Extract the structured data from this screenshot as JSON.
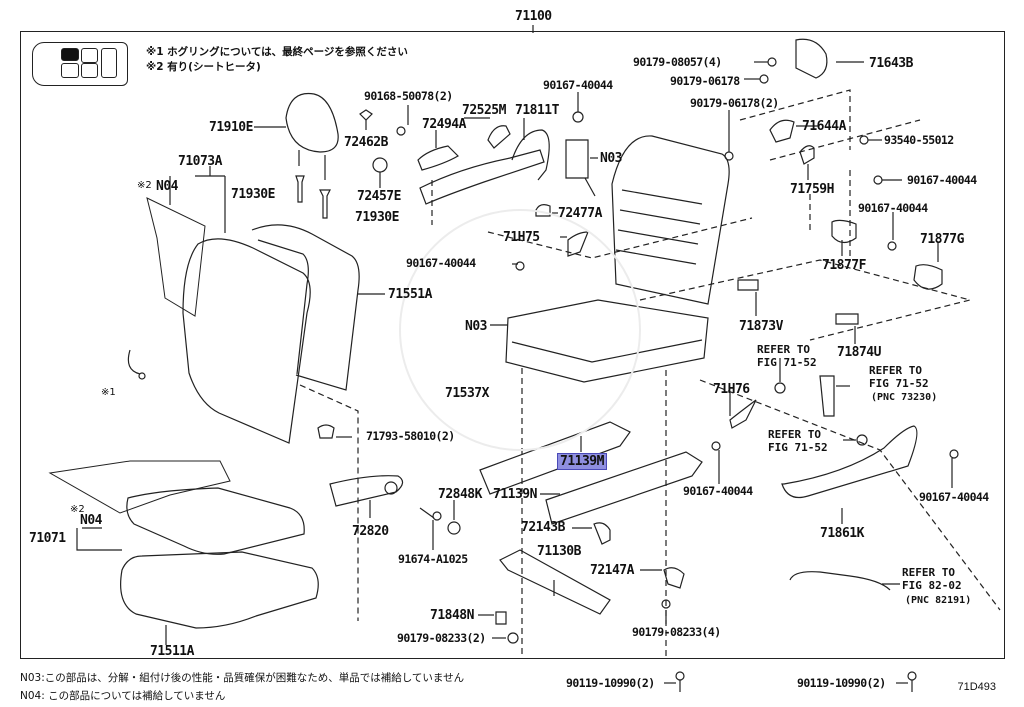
{
  "diagram": {
    "assembly_label": "71100",
    "figure_code": "71D493",
    "legend": {
      "seat_layout_icon": "seat-position-selector-icon",
      "selected_position": "front-left",
      "note1": "※1 ホグリングについては、最終ページを参照ください",
      "note2": "※2 有り(シートヒータ)"
    },
    "footnotes": {
      "n03": "N03:この部品は、分解・組付け後の性能・品質確保が困難なため、単品では補給していません",
      "n04": "N04: この部品については補給していません"
    },
    "parts": {
      "p71910E": "71910E",
      "p71073A": "71073A",
      "p71930E_a": "71930E",
      "p71930E_b": "71930E",
      "p72462B": "72462B",
      "p72457E": "72457E",
      "p90168": "90168-50078(2)",
      "p72494A": "72494A",
      "p72525M": "72525M",
      "p71811T": "71811T",
      "p90167_top": "90167-40044",
      "pN03_top": "N03",
      "p72477A": "72477A",
      "p71H75": "71H75",
      "p90167_mid": "90167-40044",
      "p71551A": "71551A",
      "pN03_frame": "N03",
      "p71537X": "71537X",
      "pN04_back": "N04",
      "mark2_back": "※2",
      "mark1": "※1",
      "p71793": "71793-58010(2)",
      "p90179_08057": "90179-08057(4)",
      "p90179_06178": "90179-06178",
      "p90179_06178_2": "90179-06178(2)",
      "p71643B": "71643B",
      "p71644A": "71644A",
      "p93540": "93540-55012",
      "p71759H": "71759H",
      "p90167_right": "90167-40044",
      "p90167_r2": "90167-40044",
      "p71877G": "71877G",
      "p71877F": "71877F",
      "p71873V": "71873V",
      "p71874U": "71874U",
      "ref1": "REFER TO\nFIG 71-52",
      "ref2": "REFER TO\nFIG 71-52",
      "pnc73230": "(PNC 73230)",
      "p71H76": "71H76",
      "ref3": "REFER TO\nFIG 71-52",
      "p71139M": "71139M",
      "p71139N": "71139N",
      "p90167_low": "90167-40044",
      "p90167_low2": "90167-40044",
      "p71861K": "71861K",
      "p72848K": "72848K",
      "p72820": "72820",
      "p91674": "91674-A1025",
      "p72143B": "72143B",
      "p71130B": "71130B",
      "p72147A": "72147A",
      "p71848N": "71848N",
      "p90179_08233_2": "90179-08233(2)",
      "p90179_08233_4": "90179-08233(4)",
      "ref4": "REFER TO\nFIG 82-02",
      "pnc82191": "(PNC 82191)",
      "p71071": "71071",
      "mark2_cush": "※2",
      "pN04_cush": "N04",
      "p71511A": "71511A",
      "p90119_a": "90119-10990(2)",
      "p90119_b": "90119-10990(2)"
    },
    "highlighted_part": "71139M",
    "highlight_color": "#8f8fe0"
  }
}
